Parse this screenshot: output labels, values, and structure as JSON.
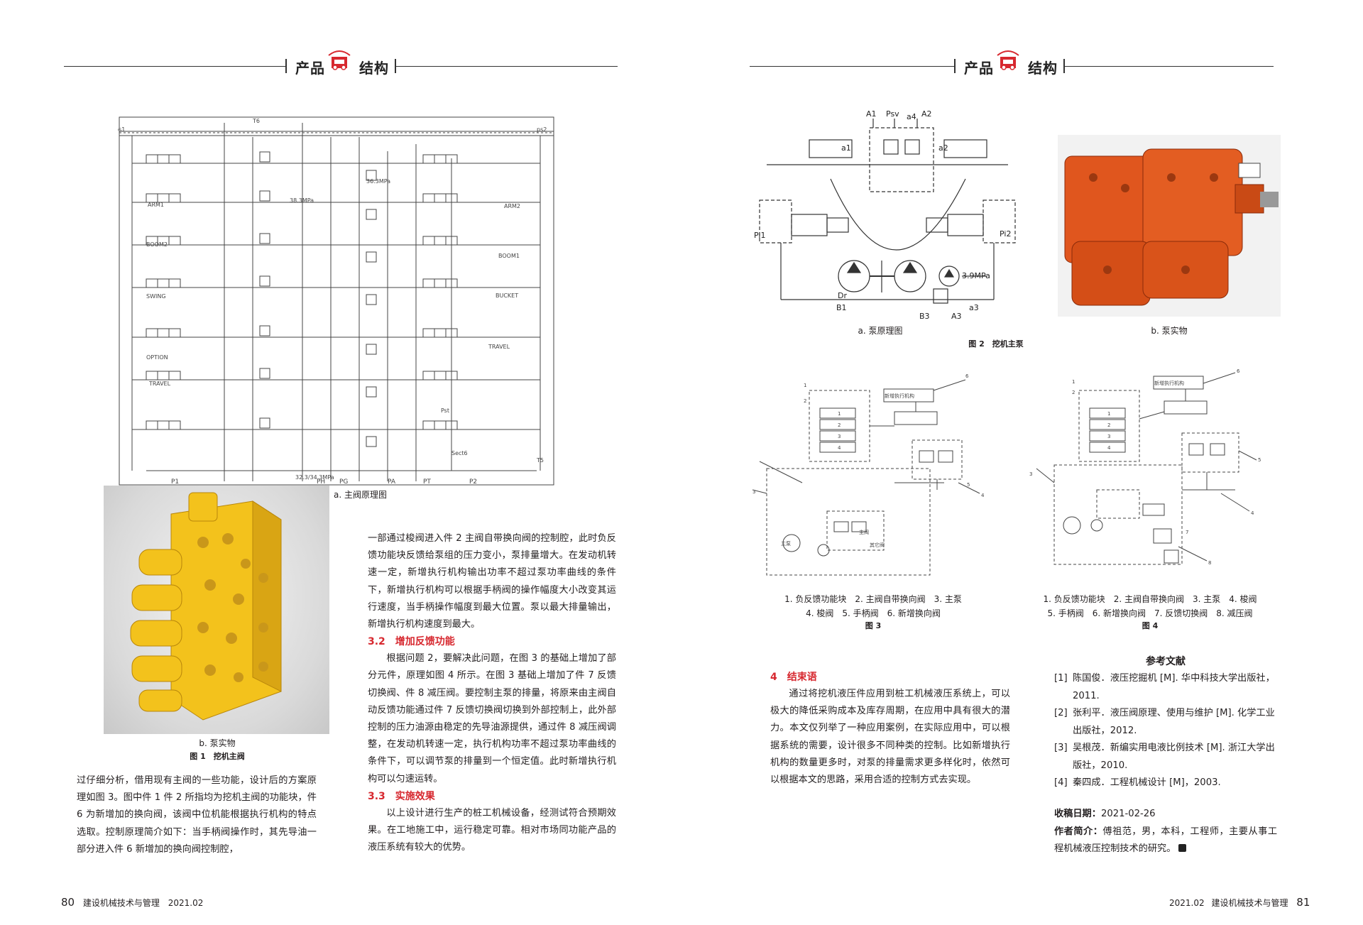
{
  "header": {
    "left": "产品",
    "right": "结构"
  },
  "left_page": {
    "folio": {
      "number": "80",
      "journal": "建设机械技术与管理",
      "issue": "2021.02"
    },
    "fig1": {
      "a_caption": "a. 主阀原理图",
      "b_caption": "b. 泵实物",
      "title": "图 1　挖机主阀",
      "labels": {
        "ps1": "ps1",
        "ps2": "ps2",
        "t6": "T6",
        "t5": "T5",
        "arm1": "ARM1",
        "arm2": "ARM2",
        "boom2": "BOOM2",
        "boom1": "BOOM1",
        "swing": "SWING",
        "bucket": "BUCKET",
        "option": "OPTION",
        "travel_l": "TRAVEL",
        "travel_r": "TRAVEL",
        "pst": "Pst",
        "sect6": "Sect6",
        "p1": "P1",
        "ph": "PH",
        "pg": "PG",
        "pa": "PA",
        "pt": "PT",
        "p2": "P2",
        "press": "32.3/34.3MPa",
        "p38a": "38.3MPa",
        "p38b": "36.3MPa"
      }
    },
    "col1_text": "过仔细分析，借用现有主阀的一些功能，设计后的方案原理如图 3。图中件 1 件 2 所指均为挖机主阀的功能块，件 6 为新增加的换向阀，该阀中位机能根据执行机构的特点选取。控制原理简介如下：当手柄阀操作时，其先导油一部分进入件 6 新增加的换向阀控制腔，",
    "col2_p1": "一部通过梭阀进入件 2 主阀自带换向阀的控制腔，此时负反馈功能块反馈给泵组的压力变小，泵排量增大。在发动机转速一定，新增执行机构输出功率不超过泵功率曲线的条件下，新增执行机构可以根据手柄阀的操作幅度大小改变其运行速度，当手柄操作幅度到最大位置。泵以最大排量输出，新增执行机构速度到最大。",
    "sec32_title": "3.2　增加反馈功能",
    "sec32_text": "根据问题 2，要解决此问题，在图 3 的基础上增加了部分元件，原理如图 4 所示。在图 3 基础上增加了件 7 反馈切换阀、件 8 减压阀。要控制主泵的排量，将原来由主阀自动反馈功能通过件 7 反馈切换阀切换到外部控制上，此外部控制的压力油源由稳定的先导油源提供，通过件 8 减压阀调整，在发动机转速一定，执行机构功率不超过泵功率曲线的条件下，可以调节泵的排量到一个恒定值。此时新增执行机构可以匀速运转。",
    "sec33_title": "3.3　实施效果",
    "sec33_text": "以上设计进行生产的桩工机械设备，经测试符合预期效果。在工地施工中，运行稳定可靠。相对市场同功能产品的液压系统有较大的优势。"
  },
  "right_page": {
    "folio": {
      "number": "81",
      "journal": "建设机械技术与管理",
      "issue": "2021.02"
    },
    "fig2": {
      "a_caption": "a. 泵原理图",
      "b_caption": "b. 泵实物",
      "title": "图 2　挖机主泵",
      "labels": {
        "a1": "A1",
        "psv": "Psv",
        "a4": "a4",
        "a2": "A2",
        "al": "a1",
        "ar": "a2",
        "pi1": "Pi1",
        "pi2": "Pi2",
        "dr": "Dr",
        "b1": "B1",
        "b3": "B3",
        "a3": "A3",
        "a3s": "a3",
        "press": "3.9MPa"
      }
    },
    "fig3": {
      "caption_line1": "1. 负反馈功能块　2. 主阀自带换向阀　3. 主泵",
      "caption_line2": "4. 梭阀　5. 手柄阀　6. 新增换向阀",
      "title": "图 3",
      "new_actuator": "新增执行机构",
      "main_valve": "主阀",
      "pump": "主泵",
      "other": "其它阀"
    },
    "fig4": {
      "caption_line1": "1. 负反馈功能块　2. 主阀自带换向阀　3. 主泵　4. 梭阀",
      "caption_line2": "5. 手柄阀　6. 新增换向阀　7. 反馈切换阀　8. 减压阀",
      "title": "图 4",
      "new_actuator": "新增执行机构"
    },
    "sec4_title": "4　结束语",
    "sec4_text": "通过将挖机液压件应用到桩工机械液压系统上，可以极大的降低采购成本及库存周期，在应用中具有很大的潜力。本文仅列举了一种应用案例，在实际应用中，可以根据系统的需要，设计很多不同种类的控制。比如新增执行机构的数量更多时，对泵的排量需求更多样化时，依然可以根据本文的思路，采用合适的控制方式去实现。",
    "refs_title": "参考文献",
    "refs": [
      {
        "n": "[1]",
        "text": "陈国俊．液压挖掘机 [M]. 华中科技大学出版社，2011."
      },
      {
        "n": "[2]",
        "text": "张利平．液压阀原理、使用与维护 [M]. 化学工业出版社，2012."
      },
      {
        "n": "[3]",
        "text": "吴根茂．新编实用电液比例技术 [M]. 浙江大学出版社，2010."
      },
      {
        "n": "[4]",
        "text": "秦四成．工程机械设计 [M]，2003."
      }
    ],
    "received_label": "收稿日期：",
    "received_date": "2021-02-26",
    "author_label": "作者简介：",
    "author_text": "傅祖范，男，本科，工程师，主要从事工程机械液压控制技术的研究。"
  },
  "colors": {
    "accent": "#d7282f",
    "pump_orange": "#e0561e",
    "valve_yellow": "#f3c21c"
  }
}
